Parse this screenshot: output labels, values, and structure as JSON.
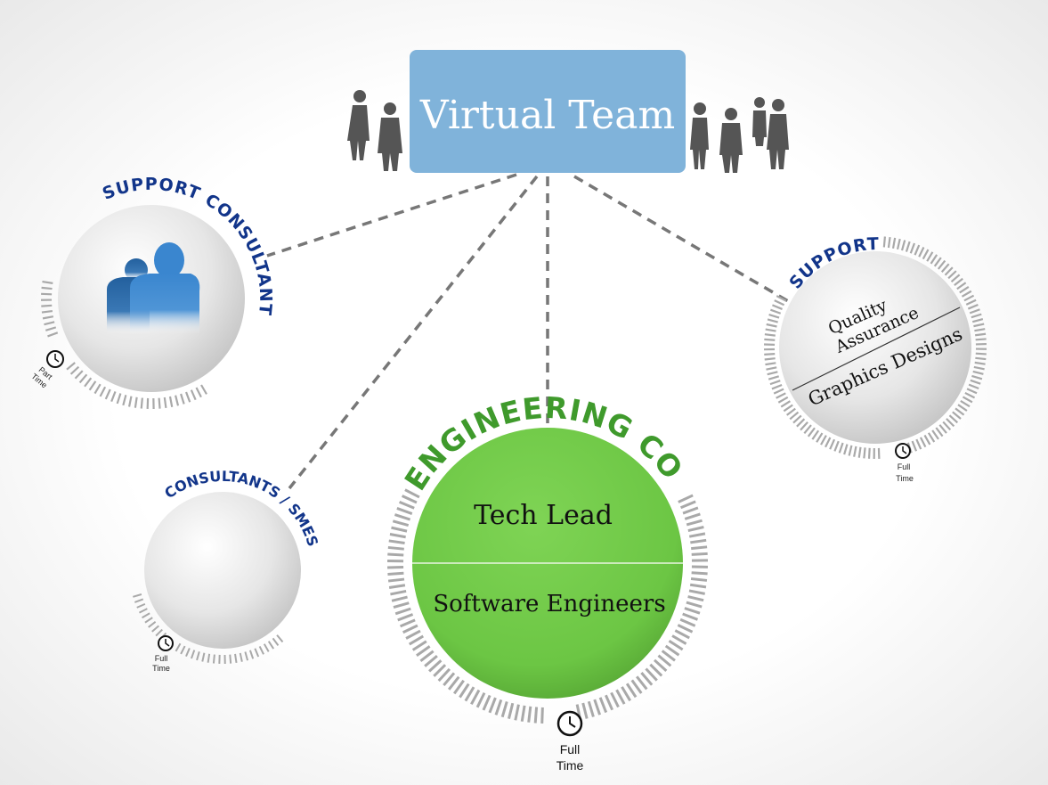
{
  "title": "Virtual Team",
  "colors": {
    "box": "#80b3da",
    "navy": "#12358a",
    "green": "#3f9a2c",
    "core": "#6cc644",
    "tick": "#a9a9a9",
    "dash": "#777777"
  },
  "nodes": {
    "support_consultant": {
      "label": "SUPPORT CONSULTANT",
      "time_line1": "Part",
      "time_line2": "Time",
      "icon": "people-icon"
    },
    "consultants_smes": {
      "label": "CONSULTANTS / SMES",
      "time_line1": "Full",
      "time_line2": "Time"
    },
    "engineering_core": {
      "label": "ENGINEERING CORE",
      "role_top": "Tech Lead",
      "role_bottom": "Software Engineers",
      "time_line1": "Full",
      "time_line2": "Time"
    },
    "support": {
      "label": "SUPPORT",
      "role_top_line1": "Quality",
      "role_top_line2": "Assurance",
      "role_bottom": "Graphics Designs",
      "time_line1": "Full",
      "time_line2": "Time"
    }
  }
}
